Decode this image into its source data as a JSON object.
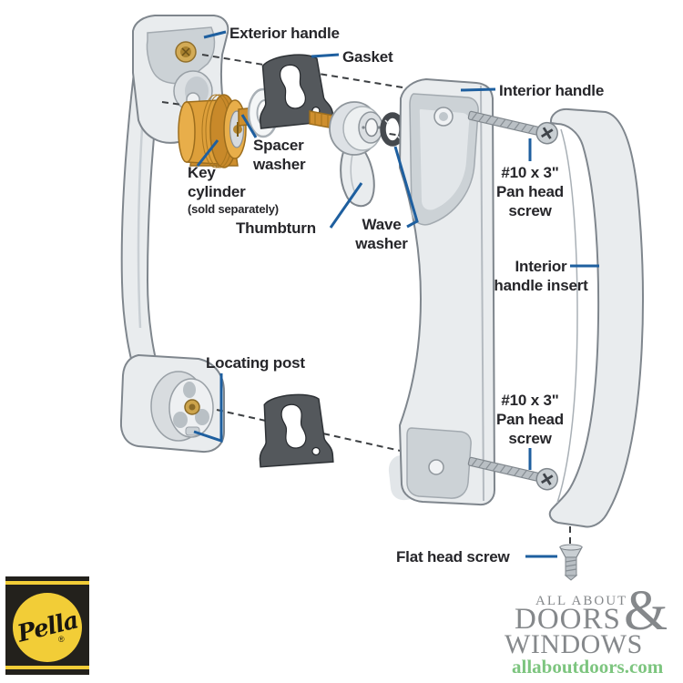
{
  "diagram": {
    "description": "Exploded view of sliding door handle set hardware",
    "labels": {
      "exterior_handle": "Exterior handle",
      "gasket": "Gasket",
      "interior_handle": "Interior handle",
      "spacer_washer": [
        "Spacer",
        "washer"
      ],
      "key_cylinder": [
        "Key",
        "cylinder"
      ],
      "key_cylinder_note": "(sold separately)",
      "thumbturn": "Thumbturn",
      "wave_washer": [
        "Wave",
        "washer"
      ],
      "pan_head_screw_top": [
        "#10 x 3\"",
        "Pan head",
        "screw"
      ],
      "interior_handle_insert": [
        "Interior",
        "handle insert"
      ],
      "pan_head_screw_bottom": [
        "#10 x 3\"",
        "Pan head",
        "screw"
      ],
      "locating_post": "Locating post",
      "flat_head_screw": "Flat head screw"
    },
    "colors": {
      "leader_line": "#1e5f9f",
      "label_text": "#26262a",
      "metal_part": "#e9ecee",
      "dark_rubber_part": "#54585c",
      "brass_part": "#dd9f3a"
    }
  },
  "branding": {
    "pella_wordmark": "Pella",
    "pella_registered": "®",
    "pella_yellow": "#f2cd37",
    "store_line1": "ALL ABOUT",
    "store_line2": "DOORS",
    "store_amp": "&",
    "store_line3": "WINDOWS",
    "store_url": "allaboutdoors.com",
    "store_gray": "#85888b",
    "store_green": "#7dc57f"
  }
}
